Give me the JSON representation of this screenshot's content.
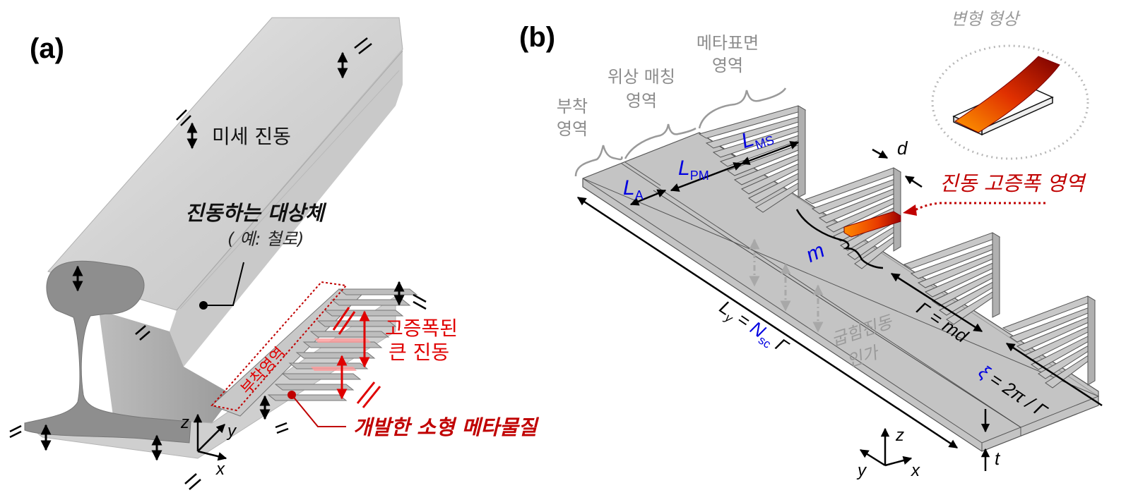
{
  "panel_a": {
    "label": "(a)",
    "micro_vibration": "미세 진동",
    "vibrating_host": "진동하는 대상체",
    "host_example": "( 예: 철로)",
    "attachment_region": "부착영역",
    "amplified_vibration_line1": "고증폭된",
    "amplified_vibration_line2": "큰 진동",
    "developed_metamaterial": "개발한 소형 메타물질",
    "axis_z": "z",
    "axis_y": "y",
    "axis_x": "x"
  },
  "panel_b": {
    "label": "(b)",
    "deformed_shape": "변형 형상",
    "metasurface_region_line1": "메타표면",
    "metasurface_region_line2": "영역",
    "phase_matching_line1": "위상 매칭",
    "phase_matching_line2": "영역",
    "attach_region_line1": "부착",
    "attach_region_line2": "영역",
    "amplification_region": "진동 고증폭 영역",
    "bending_excitation_line1": "굽힘진동",
    "bending_excitation_line2": "인가",
    "sym_L": "L",
    "sub_MS": "MS",
    "sub_PM": "PM",
    "sub_A": "A",
    "sym_m": "m",
    "sym_d": "d",
    "sym_t": "t",
    "gamma_eq": "Γ = md",
    "ly_eq_Ly": "L",
    "ly_eq_y": "y",
    "ly_eq_eq": " = ",
    "ly_eq_N": "N",
    "ly_eq_sc": "sc",
    "ly_eq_gamma": " Γ",
    "xi_symbol": "ξ",
    "xi_rest": " = 2π / Γ",
    "axis_z": "z",
    "axis_y": "y",
    "axis_x": "x"
  },
  "colors": {
    "rail_light": "#dcdcdc",
    "rail_dark": "#8a8a8a",
    "plate": "#c8c8c8",
    "highlight_red": "#e00000",
    "symbol_blue": "#0000e0",
    "annotation_gray": "#8c8c8c"
  }
}
